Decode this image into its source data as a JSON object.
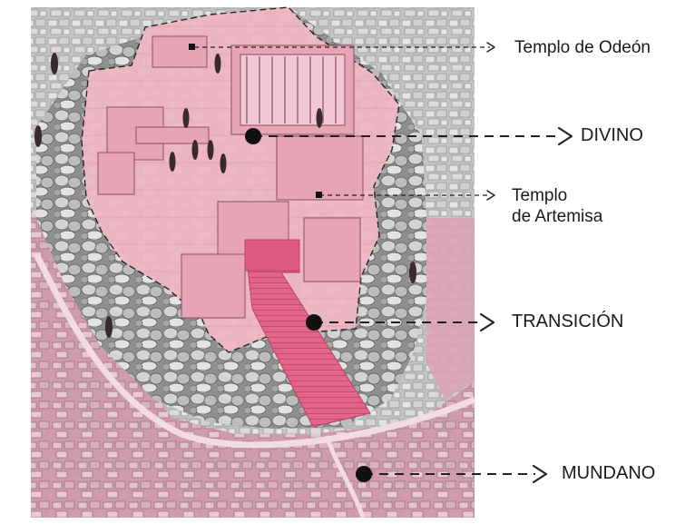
{
  "labels": {
    "templo_odeon": "Templo de Odeón",
    "divino": "DIVINO",
    "templo_artemisa_line1": "Templo",
    "templo_artemisa_line2": "de Artemisa",
    "transicion": "TRANSICIÓN",
    "mundano": "MUNDANO"
  },
  "colors": {
    "divine_zone": "#f0b3c2",
    "transition_stair": "#e36a8c",
    "mundane_tint": "#c98ca0",
    "rock": "#9a9a9a",
    "city": "#bdbdbd",
    "marker": "#111111"
  }
}
